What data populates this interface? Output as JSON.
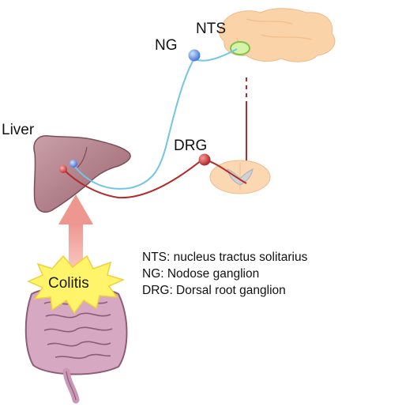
{
  "labels": {
    "ng": "NG",
    "nts": "NTS",
    "liver": "Liver",
    "drg": "DRG",
    "colitis": "Colitis"
  },
  "legend": [
    "NTS: nucleus tractus solitarius",
    "NG: Nodose ganglion",
    "DRG: Dorsal root ganglion"
  ],
  "colors": {
    "vagal_pathway": "#74c4e6",
    "spinal_pathway": "#b32b2b",
    "brain": "#fbd3a8",
    "nts_nucleus": "#d6f4a8",
    "liver": "#b88590",
    "arrow": "#f2a8a0",
    "burst": "#fff46a",
    "intestine": "#c998b5"
  },
  "icons": [
    "brain-icon",
    "liver-icon",
    "spinal-cord-icon",
    "intestine-icon",
    "colitis-burst-icon"
  ]
}
